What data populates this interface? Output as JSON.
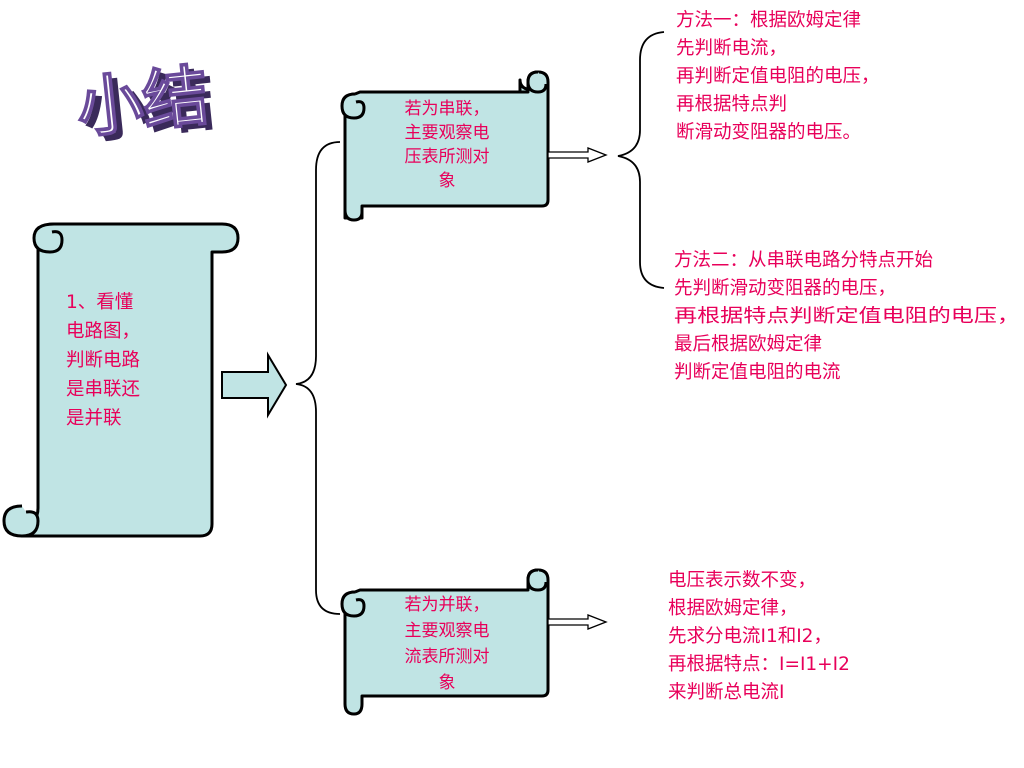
{
  "title": "小结",
  "main_scroll": {
    "lines": [
      "1、看懂",
      "电路图，",
      "判断电路",
      "是串联还",
      "是并联"
    ]
  },
  "series_scroll": {
    "lines": [
      "若为串联，",
      "主要观察电",
      "压表所测对",
      "象"
    ]
  },
  "parallel_scroll": {
    "lines": [
      "若为并联，",
      "主要观察电",
      "流表所测对",
      "象"
    ]
  },
  "method1": {
    "lines": [
      "方法一：根据欧姆定律",
      "先判断电流，",
      "再判断定值电阻的电压，",
      "再根据特点判",
      "断滑动变阻器的电压。"
    ]
  },
  "method2": {
    "lines": [
      "方法二：从串联电路分特点开始",
      "先判断滑动变阻器的电压，",
      "再根据特点判断定值电阻的电压，",
      "最后根据欧姆定律",
      "判断定值电阻的电流"
    ]
  },
  "parallel_note": {
    "lines": [
      "电压表示数不变，",
      "根据欧姆定律，",
      "先求分电流I1和I2，",
      "再根据特点：I=I1+I2",
      "来判断总电流I"
    ]
  },
  "colors": {
    "annotation_text": "#e8005a",
    "scroll_fill": "#c0e4e4",
    "title_outline": "#6a4a9a"
  }
}
